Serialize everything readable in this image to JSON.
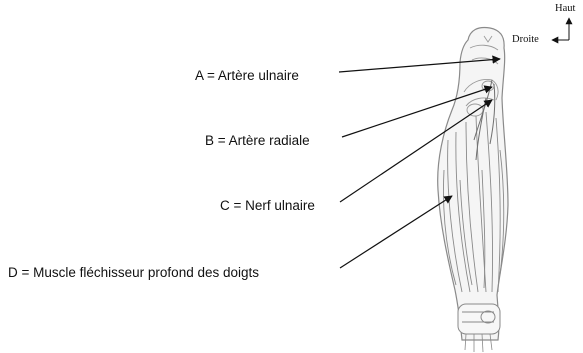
{
  "orientation": {
    "up_label": "Haut",
    "right_label": "Droite"
  },
  "labels": {
    "a": "A = Artère ulnaire",
    "b": "B = Artère radiale",
    "c": "C = Nerf ulnaire",
    "d": "D = Muscle fléchisseur profond des doigts"
  },
  "colors": {
    "line": "#111111",
    "anatomy_stroke": "#8a8a8a",
    "anatomy_fill": "#f4f4f4"
  }
}
